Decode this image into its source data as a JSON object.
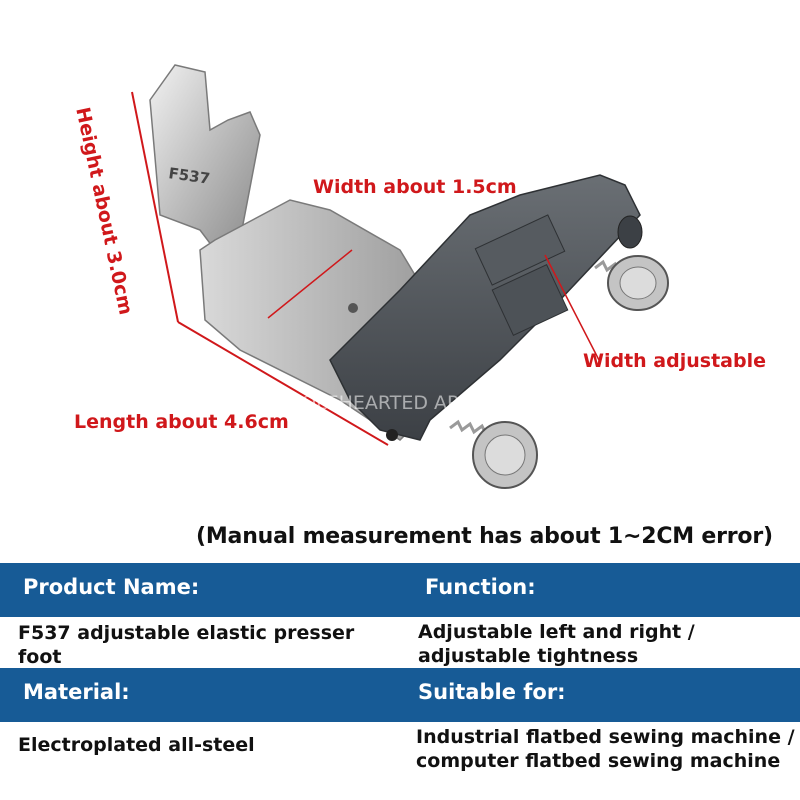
{
  "product_image": {
    "engraving": "F537",
    "watermark": "WHOLEHEARTED APPAREL"
  },
  "annotations": {
    "height": "Height about 3.0cm",
    "width": "Width about 1.5cm",
    "width_adjustable": "Width adjustable",
    "length": "Length about 4.6cm",
    "note": "(Manual measurement has about 1~2CM error)"
  },
  "colors": {
    "annotation_red": "#d0181b",
    "header_blue": "#175b96"
  },
  "specs": {
    "product_name": {
      "heading": "Product Name:",
      "value": "F537 adjustable elastic presser foot"
    },
    "function": {
      "heading": "Function:",
      "value": "Adjustable left and right / adjustable tightness"
    },
    "material": {
      "heading": "Material:",
      "value": "Electroplated all-steel"
    },
    "suitable_for": {
      "heading": "Suitable for:",
      "value": "Industrial flatbed sewing machine / computer flatbed sewing machine"
    }
  }
}
